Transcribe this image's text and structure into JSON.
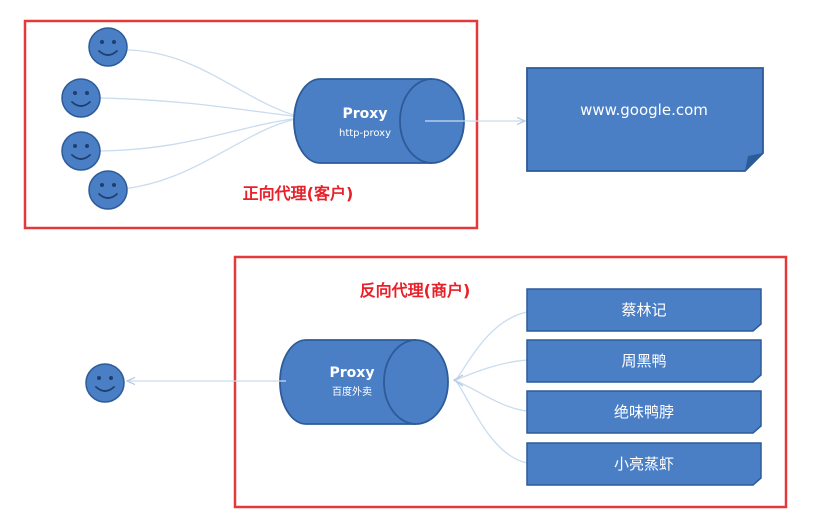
{
  "forward": {
    "title": "正向代理(客户)",
    "proxy": {
      "name": "Proxy",
      "subtitle": "http-proxy"
    },
    "target": "www.google.com"
  },
  "reverse": {
    "title": "反向代理(商户)",
    "proxy": {
      "name": "Proxy",
      "subtitle": "百度外卖"
    },
    "merchants": [
      "蔡林记",
      "周黑鸭",
      "绝味鸭脖",
      "小亮蒸虾"
    ]
  },
  "colors": {
    "frame_red": "#e53838",
    "node_blue": "#4a7fc6",
    "node_stroke": "#2d5b98",
    "connector": "#c9dcef",
    "title_red": "#e8202a"
  }
}
